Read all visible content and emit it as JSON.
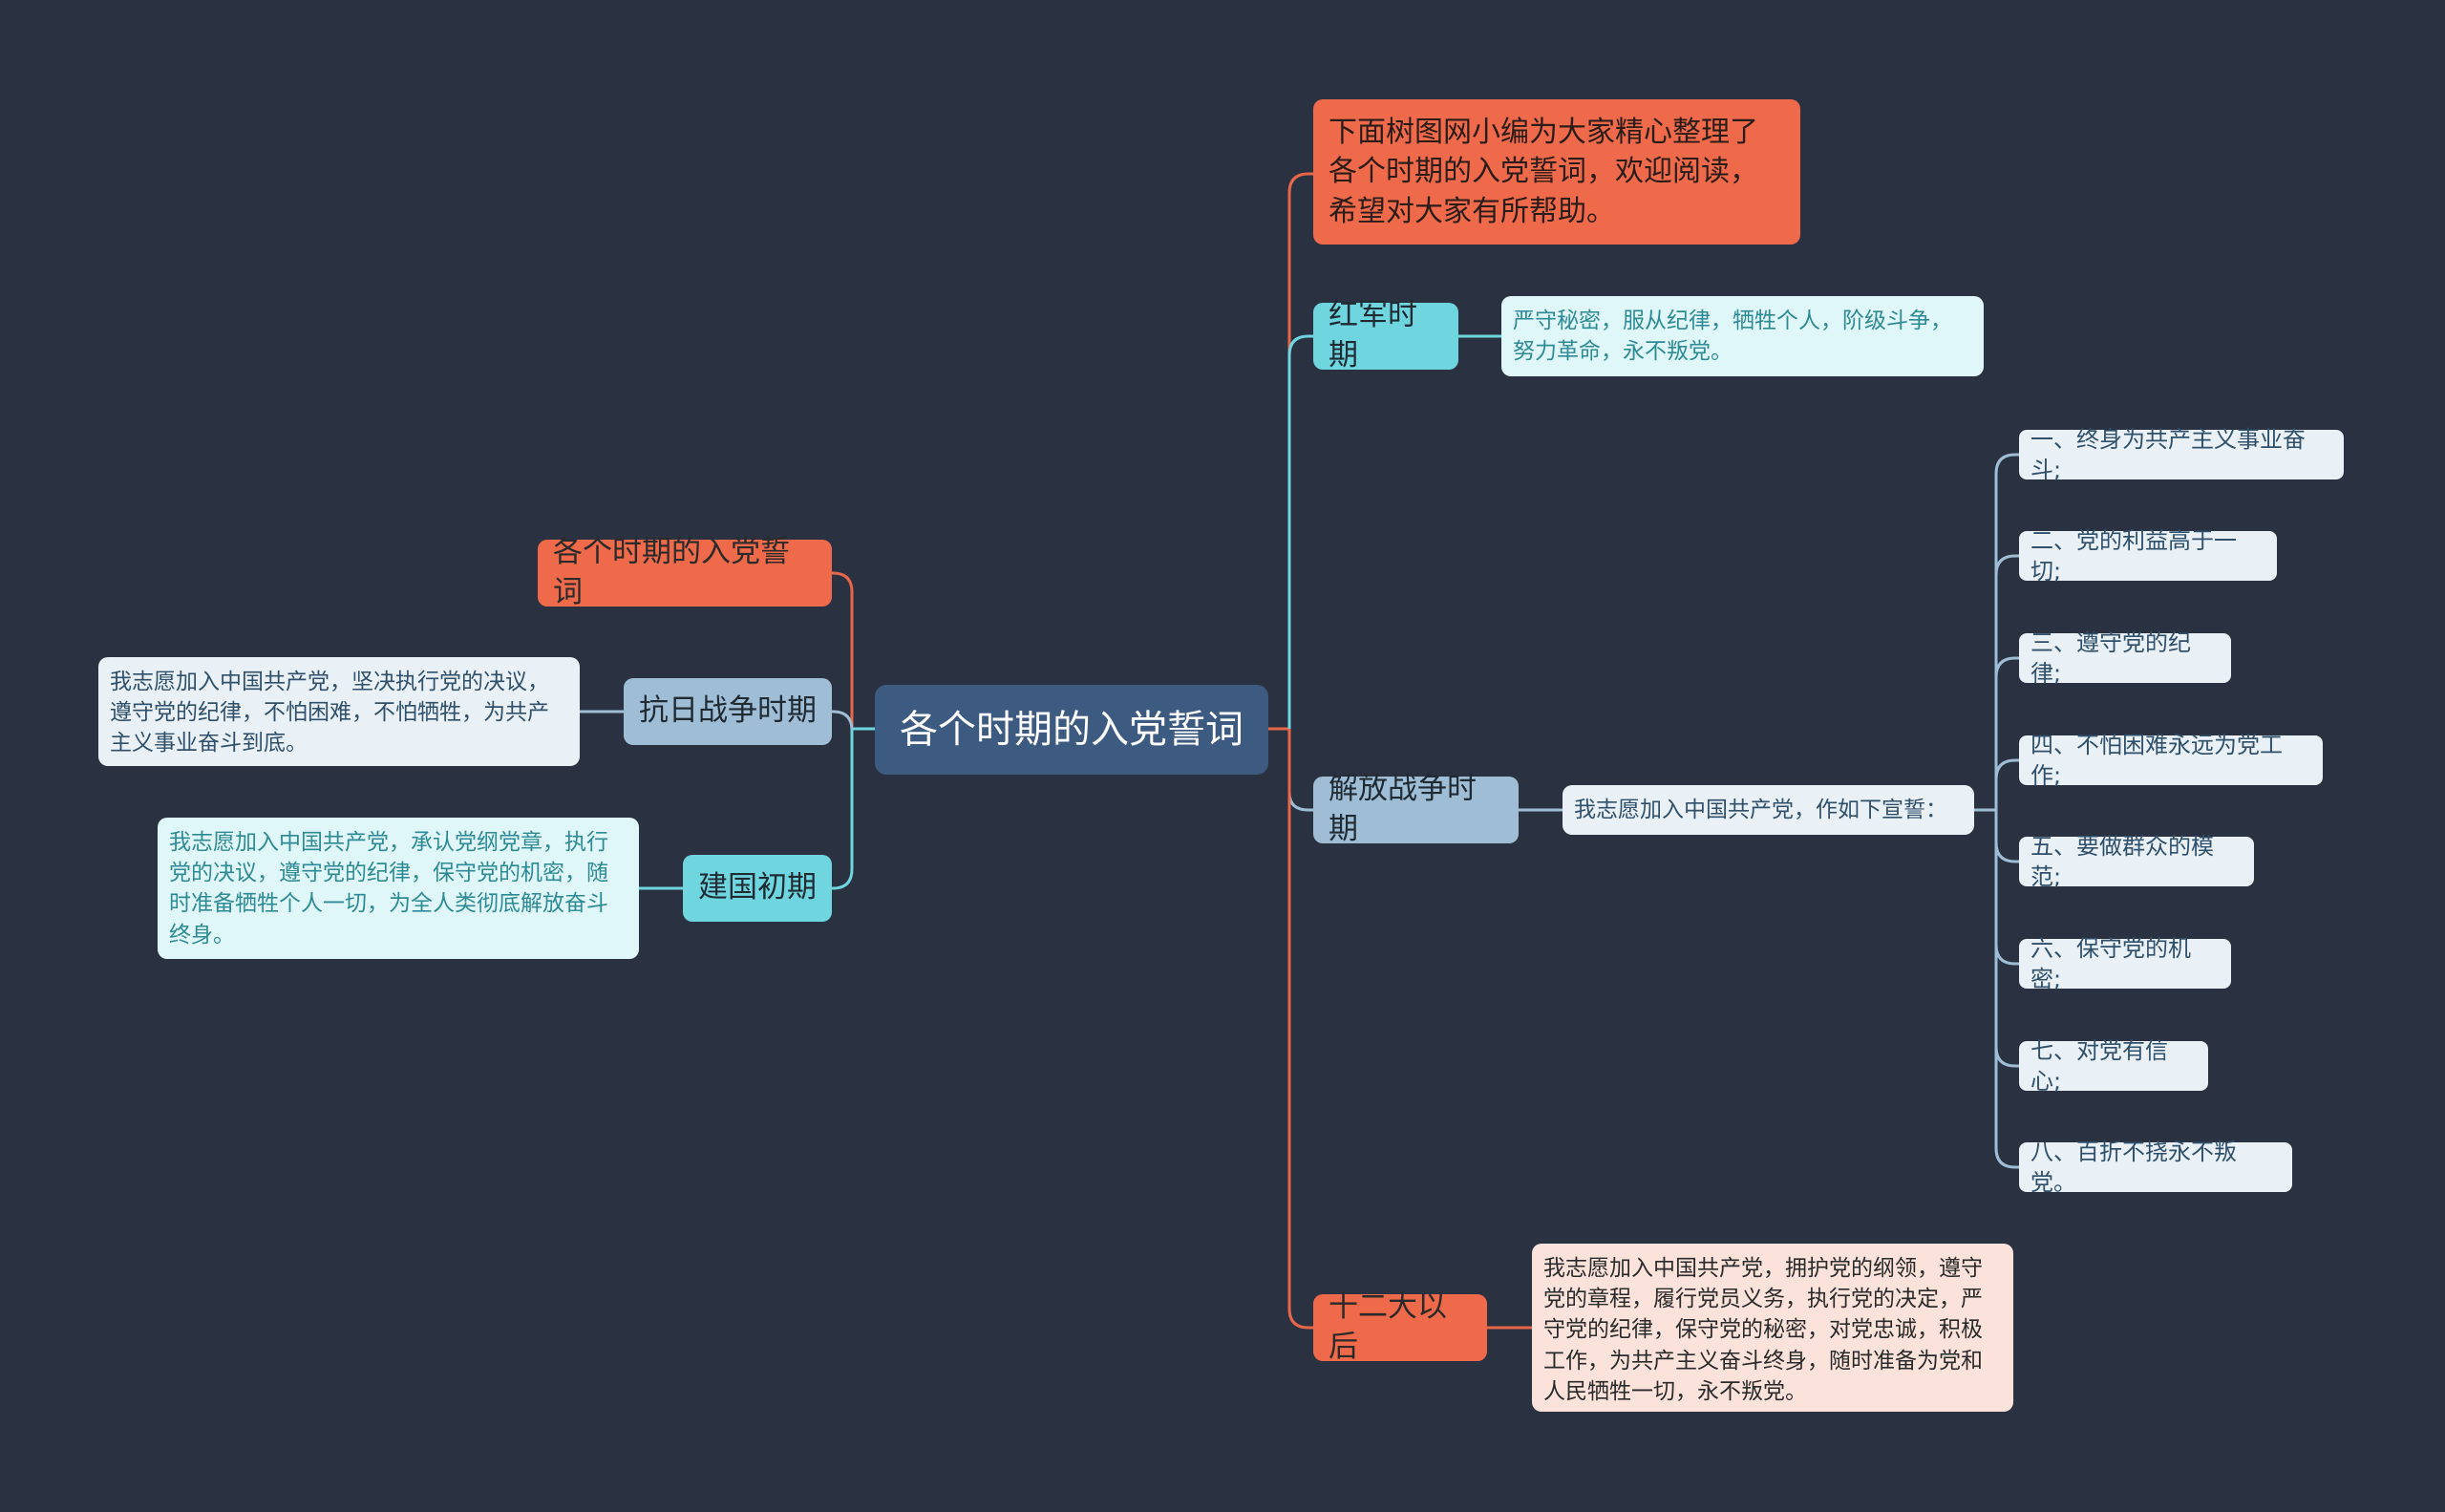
{
  "center": {
    "label": "各个时期的入党誓词"
  },
  "intro": {
    "text": "下面树图网小编为大家精心整理了各个时期的入党誓词，欢迎阅读，希望对大家有所帮助。"
  },
  "left": {
    "title_node": "各个时期的入党誓词",
    "anti_japanese": {
      "label": "抗日战争时期",
      "text": "我志愿加入中国共产党，坚决执行党的决议，遵守党的纪律，不怕困难，不怕牺牲，为共产主义事业奋斗到底。"
    },
    "early_prc": {
      "label": "建国初期",
      "text": "我志愿加入中国共产党，承认党纲党章，执行党的决议，遵守党的纪律，保守党的机密，随时准备牺牲个人一切，为全人类彻底解放奋斗终身。"
    }
  },
  "right": {
    "red_army": {
      "label": "红军时期",
      "text": "严守秘密，服从纪律，牺牲个人，阶级斗争，努力革命，永不叛党。"
    },
    "liberation": {
      "label": "解放战争时期",
      "text": "我志愿加入中国共产党，作如下宣誓：",
      "items": [
        "一、终身为共产主义事业奋斗;",
        "二、党的利益高于一切;",
        "三、遵守党的纪律;",
        "四、不怕困难永远为党工作;",
        "五、要做群众的模范;",
        "六、保守党的机密;",
        "七、对党有信心;",
        "八、百折不挠永不叛党。"
      ]
    },
    "after_12th": {
      "label": "十二大以后",
      "text": "我志愿加入中国共产党，拥护党的纲领，遵守党的章程，履行党员义务，执行党的决定，严守党的纪律，保守党的秘密，对党忠诚，积极工作，为共产主义奋斗终身，随时准备为党和人民牺牲一切，永不叛党。"
    }
  },
  "colors": {
    "background": "#2a3140",
    "center": "#3d5a80",
    "orange": "#ee6a4a",
    "cyan": "#6fd6e0",
    "steel": "#9fbed6",
    "line_orange": "#e8664a",
    "line_cyan": "#6fd6e0",
    "line_steel": "#9fbed6"
  }
}
